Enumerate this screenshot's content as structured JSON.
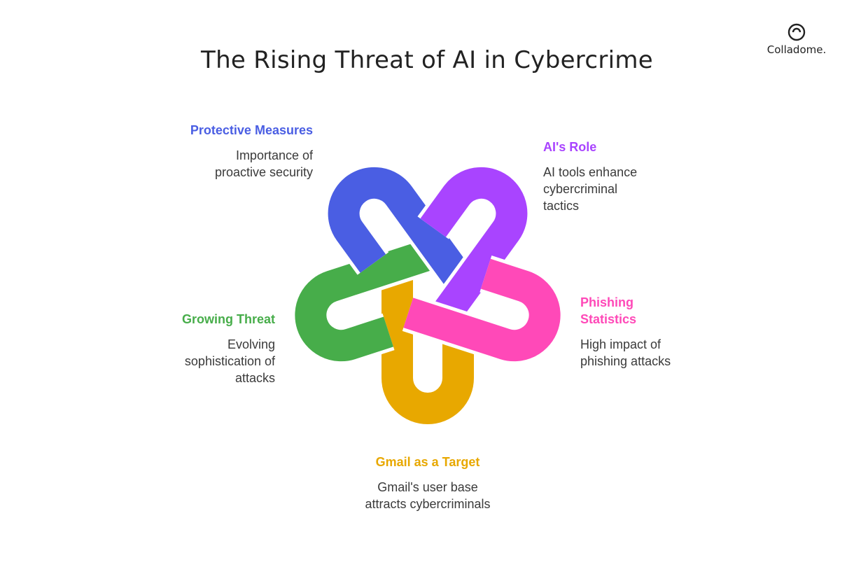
{
  "title": "The Rising Threat of AI in Cybercrime",
  "logo": {
    "text": "Colladome."
  },
  "items": [
    {
      "heading": "Protective Measures",
      "desc": "Importance of proactive security",
      "color": "#4A5EE3"
    },
    {
      "heading": "AI's Role",
      "desc": "AI tools enhance cybercriminal tactics",
      "color": "#A944FF"
    },
    {
      "heading": "Phishing Statistics",
      "desc": "High impact of phishing attacks",
      "color": "#FF49B8"
    },
    {
      "heading": "Growing Threat",
      "desc": "Evolving sophistication of attacks",
      "color": "#47AD4A"
    },
    {
      "heading": "Gmail as a Target",
      "desc": "Gmail's user base attracts cybercriminals",
      "color": "#E8A800"
    }
  ]
}
